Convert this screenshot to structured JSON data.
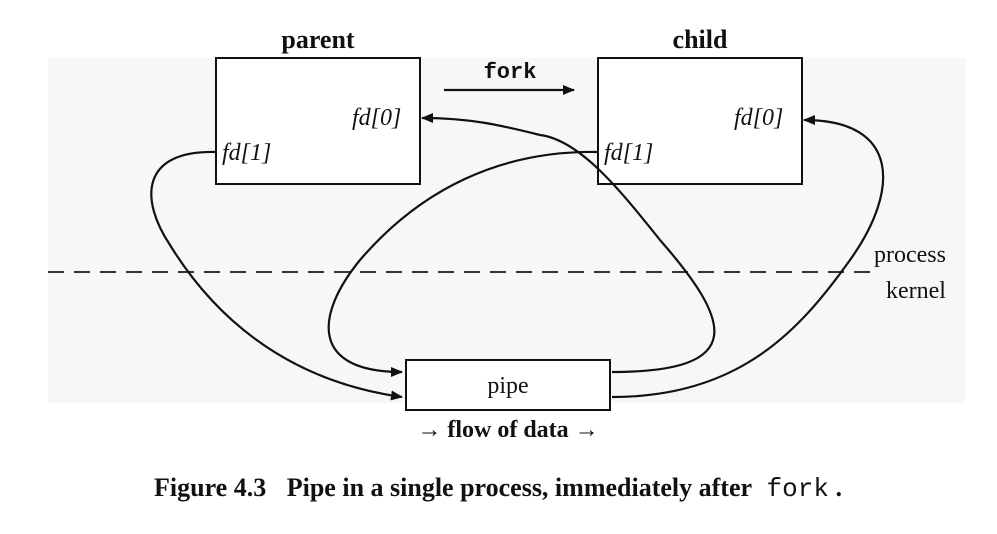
{
  "diagram": {
    "parent_label": "parent",
    "child_label": "child",
    "fork_label": "fork",
    "parent_fd0": "fd[0]",
    "parent_fd1": "fd[1]",
    "child_fd0": "fd[0]",
    "child_fd1": "fd[1]",
    "pipe_label": "pipe",
    "flow_label": "→ flow of data →",
    "process_label": "process",
    "kernel_label": "kernel"
  },
  "caption": {
    "figure_number": "Figure 4.3",
    "text": "Pipe in a single process, immediately after",
    "code": "fork",
    "period": "."
  }
}
